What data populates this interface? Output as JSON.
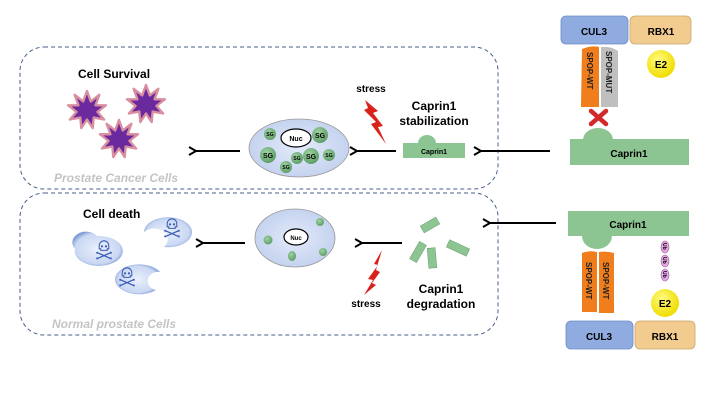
{
  "top_panel": {
    "title": "Cell Survival",
    "cell_type": "Prostate Cancer Cells",
    "stress_label": "stress",
    "process_label_line1": "Caprin1",
    "process_label_line2": "stabilization",
    "caprin_label": "Caprin1",
    "nucleus_label": "Nuc",
    "granule_label": "SG"
  },
  "bottom_panel": {
    "title": "Cell death",
    "cell_type": "Normal prostate Cells",
    "stress_label": "stress",
    "process_label_line1": "Caprin1",
    "process_label_line2": "degradation",
    "nucleus_label": "Nuc"
  },
  "complex_top": {
    "cul3": "CUL3",
    "rbx1": "RBX1",
    "e2": "E2",
    "spop_wt": "SPOP-WT",
    "spop_mut": "SPOP-MUT",
    "substrate": "Caprin1"
  },
  "complex_bottom": {
    "cul3": "CUL3",
    "rbx1": "RBX1",
    "e2": "E2",
    "spop_wt_1": "SPOP-WT",
    "spop_wt_2": "SPOP-WT",
    "substrate": "Caprin1",
    "ub": [
      "Ub",
      "Ub",
      "Ub"
    ]
  },
  "colors": {
    "caprin": "#8cc592",
    "cul3": "#8fabdf",
    "rbx1": "#f2cc8f",
    "e2": "#ffee00",
    "spop_wt": "#f07e1c",
    "spop_mut": "#bfbfbf",
    "stress": "#d9221c",
    "cancer_cell": "#6a2a9e",
    "panel_border": "#4a5f8c",
    "cell_bg": "#d6e0f5",
    "granule": "#6fae75"
  }
}
